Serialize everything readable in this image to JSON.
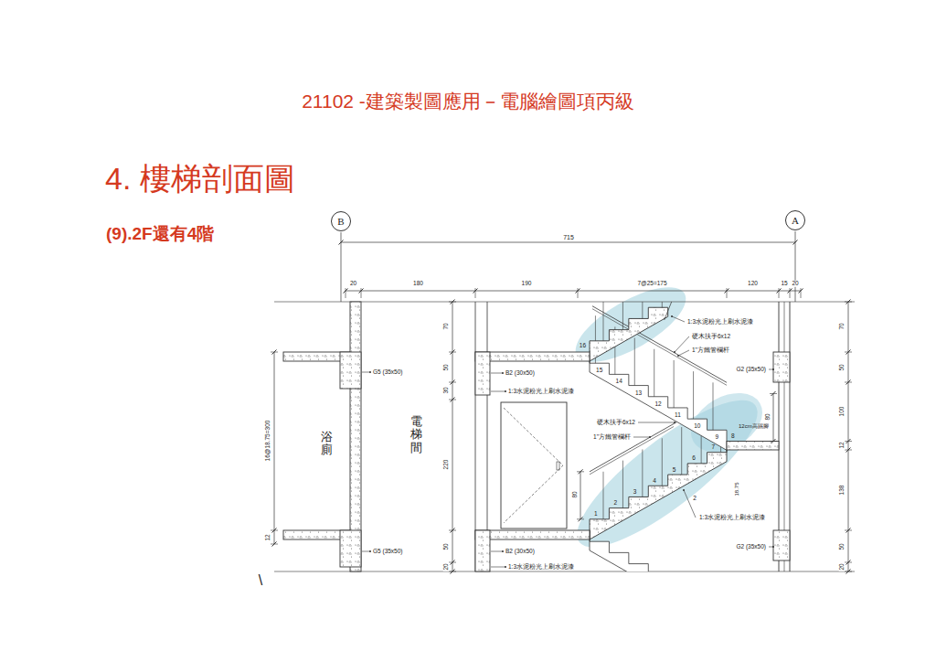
{
  "diagram": {
    "title": "21102 -建築製圖應用－電腦繪圖項丙級",
    "nodes": [
      {
        "text": [
          "B"
        ]
      },
      {
        "text": [
          "A"
        ]
      }
    ],
    "labels": [
      "4. 樓梯剖面圖",
      "(9).2F還有4階",
      "715",
      "20",
      "180",
      "190",
      "7@25=175",
      "120",
      "15",
      "20",
      "浴廁",
      "電梯間",
      "16@18.75=300",
      "12",
      "G5 (35x50)",
      "G5 (35x50)",
      "70",
      "50",
      "30",
      "220",
      "50",
      "20",
      "B2 (30x50)",
      "1:3水泥粉光上刷水泥漆",
      "B2 (30x50)",
      "1:3水泥粉光上刷水泥漆",
      "1:3水泥粉光上刷水泥漆",
      "硬木扶手6x12",
      "1\"方鐵管欄杆",
      "G2 (35x50)",
      "硬木扶手6x12",
      "1\"方鐵管欄杆",
      "80",
      "12cm高踢腳",
      "80",
      "18.75",
      "2",
      "1:3水泥粉光上刷水泥漆",
      "G2 (35x50)",
      "70",
      "50",
      "100",
      "12",
      "138",
      "50",
      "20",
      "1",
      "2",
      "3",
      "4",
      "5",
      "6",
      "7",
      "8",
      "9",
      "10",
      "11",
      "12",
      "13",
      "14",
      "15",
      "16",
      "\\"
    ]
  }
}
